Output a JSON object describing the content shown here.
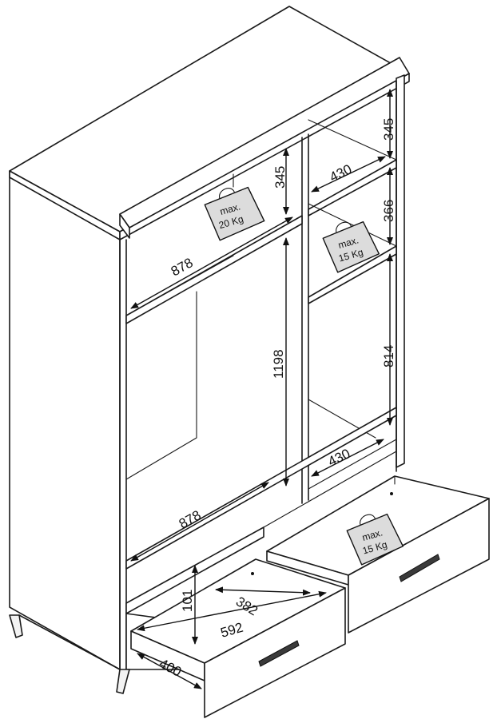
{
  "dimensions": {
    "top_shelf_right_height": "345",
    "top_shelf_left_height": "345",
    "right_shelf_depth_upper": "430",
    "right_middle_height": "366",
    "top_width": "878",
    "hanging_height": "1198",
    "right_lower_height": "814",
    "right_shelf_depth_lower": "430",
    "bottom_width": "878",
    "drawer_depth": "382",
    "drawer_height": "101",
    "drawer_width": "592",
    "drawer_front_depth": "400"
  },
  "weights": {
    "top_left": {
      "line1": "max.",
      "line2": "20 Kg"
    },
    "top_right": {
      "line1": "max.",
      "line2": "15 Kg"
    },
    "drawer": {
      "line1": "max.",
      "line2": "15 Kg"
    }
  }
}
